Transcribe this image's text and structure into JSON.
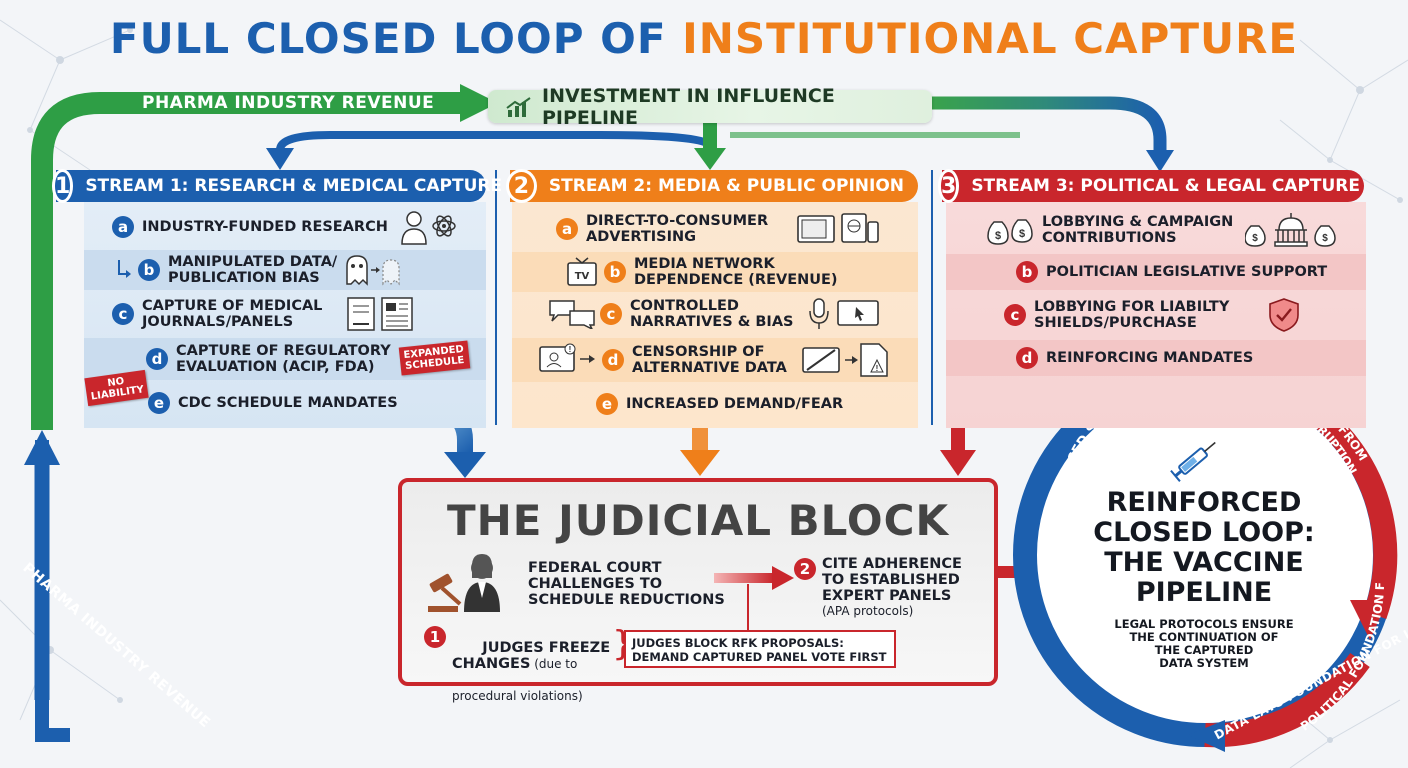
{
  "title": {
    "part1": "FULL CLOSED LOOP OF",
    "part2": "INSTITUTIONAL CAPTURE"
  },
  "top_flow": {
    "revenue_label": "PHARMA INDUSTRY REVENUE",
    "investment_label": "INVESTMENT IN INFLUENCE PIPELINE"
  },
  "bottom_flow": {
    "revenue_label": "PHARMA INDUSTRY REVENUE"
  },
  "streams": [
    {
      "number": "1",
      "title": "STREAM 1: RESEARCH & MEDICAL CAPTURE",
      "color": "#1c5fae",
      "items": [
        {
          "letter": "a",
          "text": "INDUSTRY-FUNDED RESEARCH"
        },
        {
          "letter": "b",
          "text": "MANIPULATED DATA/\nPUBLICATION BIAS"
        },
        {
          "letter": "c",
          "text": "CAPTURE OF MEDICAL\nJOURNALS/PANELS"
        },
        {
          "letter": "d",
          "text": "CAPTURE OF REGULATORY\nEVALUATION (ACIP, FDA)"
        },
        {
          "letter": "e",
          "text": "CDC SCHEDULE MANDATES"
        }
      ],
      "flags": {
        "expanded": "EXPANDED\nSCHEDULE",
        "no_liability": "NO\nLIABILITY"
      }
    },
    {
      "number": "2",
      "title": "STREAM 2: MEDIA & PUBLIC OPINION",
      "color": "#ef7f1a",
      "items": [
        {
          "letter": "a",
          "text": "DIRECT-TO-CONSUMER\nADVERTISING"
        },
        {
          "letter": "b",
          "text": "MEDIA NETWORK\nDEPENDENCE (REVENUE)"
        },
        {
          "letter": "c",
          "text": "CONTROLLED\nNARRATIVES & BIAS"
        },
        {
          "letter": "d",
          "text": "CENSORSHIP OF\nALTERNATIVE DATA"
        },
        {
          "letter": "e",
          "text": "INCREASED DEMAND/FEAR"
        }
      ],
      "tv_label": "TV"
    },
    {
      "number": "3",
      "title": "STREAM 3: POLITICAL & LEGAL CAPTURE",
      "color": "#c9262c",
      "items": [
        {
          "letter": "a",
          "text": "LOBBYING & CAMPAIGN\nCONTRIBUTIONS"
        },
        {
          "letter": "b",
          "text": "POLITICIAN LEGISLATIVE SUPPORT"
        },
        {
          "letter": "c",
          "text": "LOBBYING FOR LIABILTY\nSHIELDS/PURCHASE"
        },
        {
          "letter": "d",
          "text": "REINFORCING MANDATES"
        }
      ]
    }
  ],
  "judicial": {
    "title": "THE JUDICIAL BLOCK",
    "challenge": "FEDERAL COURT\nCHALLENGES TO\nSCHEDULE REDUCTIONS",
    "step1_num": "1",
    "step1_main": "JUDGES FREEZE\nCHANGES",
    "step1_paren1": " (due to",
    "step1_paren2": "procedural violations)",
    "step2_num": "2",
    "step2_main": "CITE ADHERENCE\nTO ESTABLISHED\nEXPERT PANELS",
    "step2_sub": "(APA protocols)",
    "block_box": "JUDGES BLOCK RFK PROPOSALS:\nDEMAND CAPTURED PANEL VOTE FIRST"
  },
  "loop": {
    "center_title": "REINFORCED\nCLOSED LOOP:\nTHE VACCINE\nPIPELINE",
    "center_sub": "LEGAL PROTOCOLS ENSURE\nTHE CONTINUATION OF\nTHE CAPTURED\nDATA SYSTEM",
    "arc_top_left": "REINFORCED STATUS QUO",
    "arc_top_right": "INSULATION FROM\nDISRUPTION",
    "arc_right": "POLITICAL FOUNDATION FOR LAW",
    "arc_bottom": "DATA LAYS FOUNDATION FOR LAW"
  },
  "colors": {
    "blue": "#1c5fae",
    "orange": "#ef7f1a",
    "red": "#c9262c",
    "green": "#2e9e45"
  }
}
